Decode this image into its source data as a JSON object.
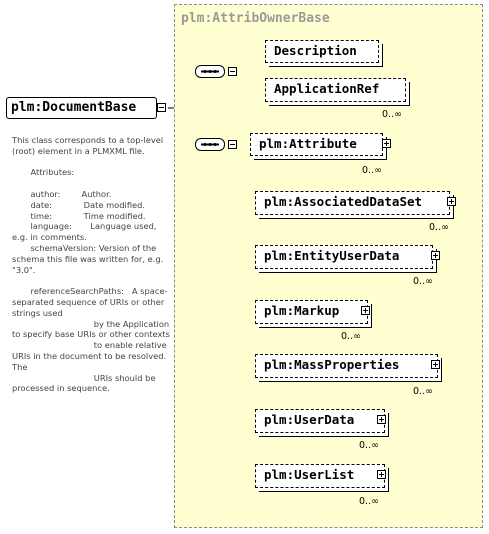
{
  "root": {
    "label": "plm:DocumentBase"
  },
  "documentation": "This class corresponds to a top-level (root) element in a PLMXML file.\n\n       Attributes:\n\n       author:        Author.\n       date:            Date modified.\n       time:            Time modified.\n       language:       Language used, e.g. in comments.\n       schemaVersion: Version of the schema this file was written for, e.g. \"3.0\".\n\n       referenceSearchPaths:   A space-separated sequence of URIs or other strings used\n                               by the Application to specify base URIs or other contexts\n                               to enable relative URIs in the document to be resolved. The\n                               URIs should be processed in sequence.",
  "group": {
    "title": "plm:AttribOwnerBase"
  },
  "elements": [
    {
      "label": "Description",
      "multiplicity": ""
    },
    {
      "label": "ApplicationRef",
      "multiplicity": "0..∞"
    },
    {
      "label": "plm:Attribute",
      "multiplicity": "0..∞"
    },
    {
      "label": "plm:AssociatedDataSet",
      "multiplicity": "0..∞"
    },
    {
      "label": "plm:EntityUserData",
      "multiplicity": "0..∞"
    },
    {
      "label": "plm:Markup",
      "multiplicity": "0..∞"
    },
    {
      "label": "plm:MassProperties",
      "multiplicity": "0..∞"
    },
    {
      "label": "plm:UserData",
      "multiplicity": "0..∞"
    },
    {
      "label": "plm:UserList",
      "multiplicity": "0..∞"
    }
  ],
  "colors": {
    "group_fill": "#ffffd2",
    "group_border": "#8a8a8a",
    "title": "#9a9a9a"
  }
}
